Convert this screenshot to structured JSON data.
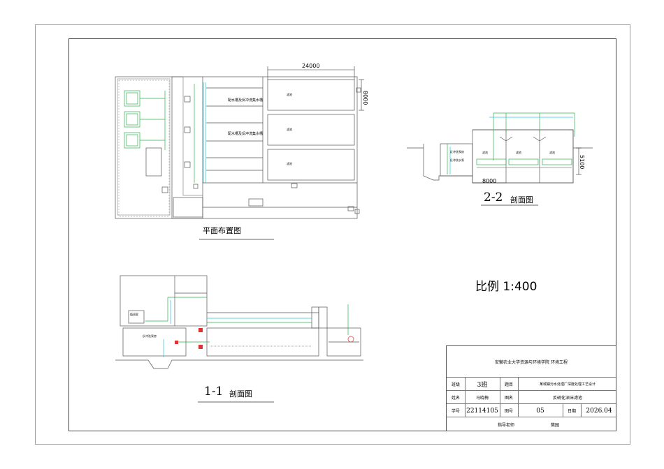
{
  "drawing": {
    "plan": {
      "title": "平面布置图",
      "dim_width": "24000",
      "dim_height": "8000",
      "label_pipe_1": "配水槽及反冲洗集水槽",
      "label_pipe_2": "配水槽及反冲洗集水槽",
      "cell_label": "滤池"
    },
    "section_2_2": {
      "title_num": "2-2",
      "title_text": "剖面图",
      "dim_width": "8000",
      "dim_height": "5100",
      "label_tank": "反冲洗泵房",
      "label_well": "反冲洗水泵",
      "cell_label": "滤池"
    },
    "section_1_1": {
      "title_num": "1-1",
      "title_text": "剖面图",
      "label_room": "值班室",
      "label_pump": "反冲洗泵房"
    },
    "scale": "比例 1:400"
  },
  "title_block": {
    "header": "安徽农业大学资源与环境学院 环境工程",
    "row1": {
      "label_a": "班级",
      "value_a": "3班",
      "label_b": "题目",
      "value_b": "某城镇污水处理厂深度处理工艺设计"
    },
    "row2": {
      "label_a": "姓名",
      "value_a": "马晓梅",
      "label_b": "图名",
      "value_b": "反硝化深床滤池"
    },
    "row3": {
      "label_a": "学号",
      "value_a": "22114105",
      "label_b": "图号",
      "value_b": "05",
      "label_c": "日期",
      "value_c": "2026.04"
    },
    "row4": {
      "label_a": "指导老师",
      "value_a": "樊园"
    }
  }
}
